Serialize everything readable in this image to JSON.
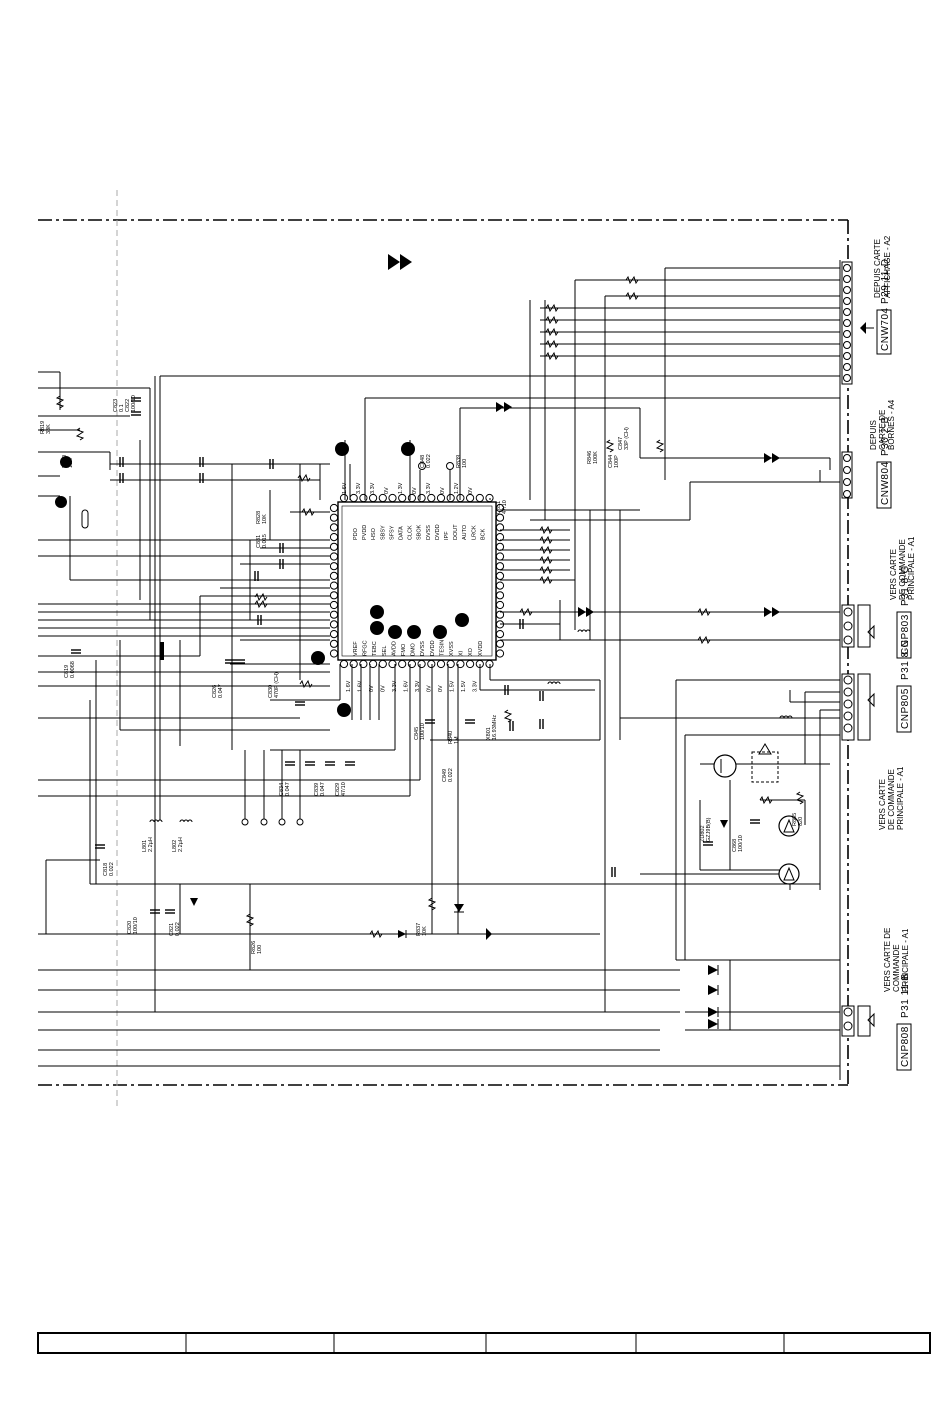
{
  "connectors": {
    "cnw704": {
      "id": "CNW704",
      "page_ref": "P29 11-D",
      "desc_line1": "DEPUIS CARTE",
      "desc_line2": "AFFICHAGE - A2"
    },
    "cnw804": {
      "id": "CNW804",
      "page_ref": "P30 2-B",
      "desc_line1": "DEPUIS",
      "desc_line2": "CARTE DE",
      "desc_line3": "BORNES - A4"
    },
    "cnp803": {
      "id": "CNP803",
      "page_ref": "P31 8-G",
      "desc_line1": "VERS CARTE",
      "desc_line2": "DE COMMANDE",
      "desc_line3": "PRINCIPALE - A1"
    },
    "cnp805": {
      "id": "CNP805",
      "page_ref": "P31 8-G",
      "desc_line1": "VERS CARTE",
      "desc_line2": "DE COMMANDE",
      "desc_line3": "PRINCIPALE - A1"
    },
    "cnp808": {
      "id": "CNP808",
      "page_ref": "P31 11-B",
      "desc_line1": "VERS CARTE DE",
      "desc_line2": "COMMANDE",
      "desc_line3": "PRINCIPALE - A1"
    }
  },
  "ic_pins_left": [
    "PDO",
    "PVDD",
    "HSO",
    "SBSY",
    "SFSY",
    "DATA",
    "CLCK",
    "SBOK",
    "DVSS",
    "DVDD",
    "IPF",
    "DOUT",
    "AUTO",
    "LRCK",
    "BCK"
  ],
  "ic_pins_right": [
    "VREF",
    "RFGC",
    "TEBC",
    "SEL",
    "AVDD",
    "FMO",
    "DMO",
    "DVSS",
    "DVDD",
    "TESIN",
    "XVSS",
    "XI",
    "XO",
    "XVDD"
  ],
  "voltages_top": [
    "1.6V",
    "3.3V",
    "3.3V",
    "0V",
    "1.3V",
    "0V",
    "3.3V",
    "0V",
    "1.2V",
    "0V"
  ],
  "voltages_bottom": [
    "1.6V",
    "1.6V",
    "0V",
    "0V",
    "3.3V",
    "1.6V",
    "3.3V",
    "0V",
    "0V",
    "1.5V",
    "1.5V",
    "3.3V"
  ],
  "components": [
    {
      "ref": "R819",
      "value": "33K"
    },
    {
      "ref": "C823",
      "value": "0.1"
    },
    {
      "ref": "C822",
      "value": "100/10"
    },
    {
      "ref": "R820",
      "value": "10K"
    },
    {
      "ref": "C848",
      "value": "0.022"
    },
    {
      "ref": "R839",
      "value": "100"
    },
    {
      "ref": "R846",
      "value": "100K"
    },
    {
      "ref": "C844",
      "value": "100P"
    },
    {
      "ref": "C847",
      "value": "33P (CH)"
    },
    {
      "ref": "C851",
      "value": "47/10"
    },
    {
      "ref": "R828",
      "value": "10K"
    },
    {
      "ref": "C831",
      "value": "0.015"
    },
    {
      "ref": "C826",
      "value": "0.047"
    },
    {
      "ref": "C830",
      "value": "470P (CH)"
    },
    {
      "ref": "C845",
      "value": "100/10"
    },
    {
      "ref": "C849",
      "value": "0.022"
    },
    {
      "ref": "R840",
      "value": "1M"
    },
    {
      "ref": "X801",
      "value": "16.93MHz"
    },
    {
      "ref": "C834",
      "value": "0.047"
    },
    {
      "ref": "C839",
      "value": "0.047"
    },
    {
      "ref": "C829",
      "value": "47/10"
    },
    {
      "ref": "L801",
      "value": "2.2µH"
    },
    {
      "ref": "L802",
      "value": "2.2µH"
    },
    {
      "ref": "C818",
      "value": "0.022"
    },
    {
      "ref": "C819",
      "value": "0.0068"
    },
    {
      "ref": "C820",
      "value": "100/10"
    },
    {
      "ref": "C821",
      "value": "0.022"
    },
    {
      "ref": "R826",
      "value": "100"
    },
    {
      "ref": "R837",
      "value": "10K"
    },
    {
      "ref": "ZD802",
      "value": "GZJ9B(B)"
    },
    {
      "ref": "C868",
      "value": "100/10"
    },
    {
      "ref": "R865",
      "value": "820"
    }
  ]
}
